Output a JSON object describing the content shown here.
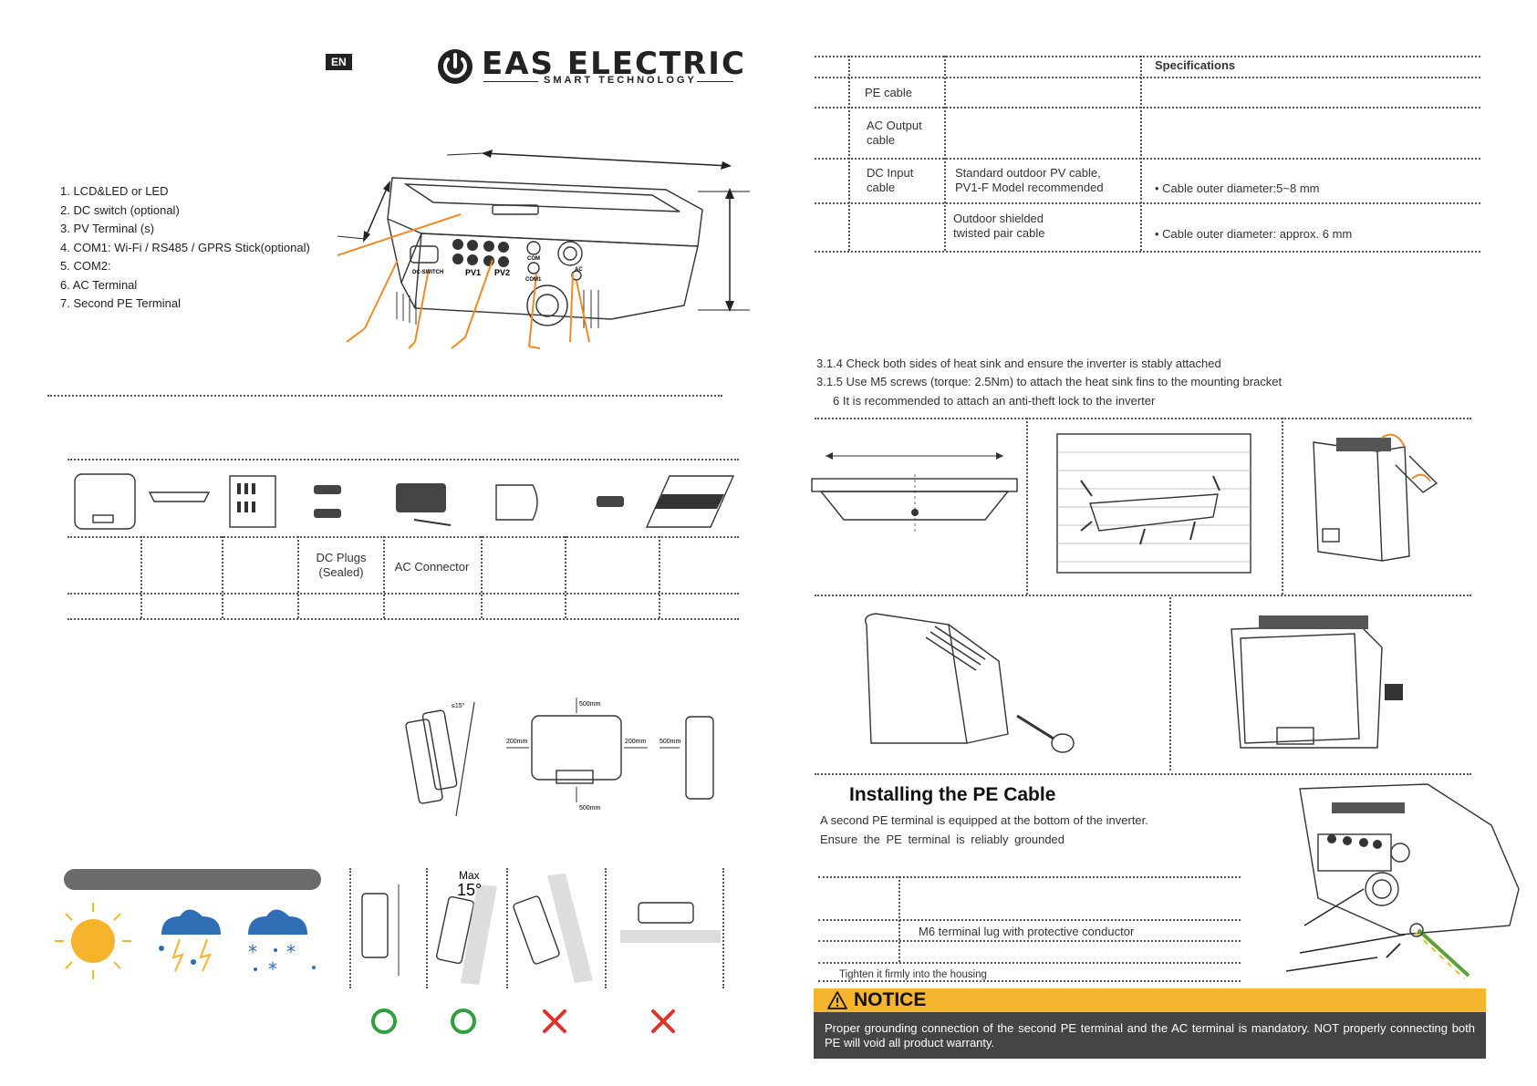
{
  "header": {
    "lang_badge": "EN",
    "brand_name": "EAS ELECTRIC",
    "brand_tagline": "SMART TECHNOLOGY"
  },
  "components": {
    "items": [
      "1. LCD&LED or LED",
      "2. DC switch (optional)",
      "3. PV Terminal (s)",
      "4. COM1: Wi-Fi / RS485 / GPRS Stick(optional)",
      "5. COM2:",
      "6. AC Terminal",
      "7. Second PE Terminal"
    ],
    "inverter_labels": {
      "dc_switch": "DC-SWITCH",
      "pv1": "PV1",
      "pv2": "PV2",
      "com": "COM",
      "com1": "COM1",
      "ac": "AC"
    }
  },
  "package": {
    "labels": [
      "",
      "",
      "",
      "DC Plugs\n(Sealed)",
      "AC Connector",
      "",
      "",
      ""
    ]
  },
  "clearance": {
    "angle": "≤15°",
    "top": "500mm",
    "bottom": "500mm",
    "left": "200mm",
    "right": "200mm",
    "front": "500mm"
  },
  "mounting_angle": {
    "max_label": "Max",
    "max_value": "15°"
  },
  "cable_table": {
    "header": "Specifications",
    "rows": [
      {
        "name": "PE cable",
        "type": "",
        "spec": ""
      },
      {
        "name": "AC Output\ncable",
        "type": "",
        "spec": ""
      },
      {
        "name": "DC Input\ncable",
        "type": "Standard outdoor PV cable,\nPV1-F Model recommended",
        "spec": "• Cable outer diameter:5~8 mm"
      },
      {
        "name": "",
        "type": "Outdoor shielded\ntwisted pair cable",
        "spec": "• Cable outer diameter: approx. 6 mm"
      }
    ]
  },
  "steps": {
    "s314": "3.1.4 Check both sides of heat sink and ensure the inverter is stably attached",
    "s315": "3.1.5 Use M5 screws (torque: 2.5Nm) to attach the heat sink fins to the mounting bracket",
    "s316": "6 It is recommended to attach an anti-theft lock to the inverter"
  },
  "pe_section": {
    "title": "Installing the PE Cable",
    "line1": "A second PE terminal is equipped at the bottom of the inverter.",
    "line2": "Ensure the PE terminal is reliably grounded",
    "table_row": "M6 terminal lug with protective conductor",
    "tighten": "Tighten it firmly into the housing"
  },
  "notice": {
    "title": "NOTICE",
    "body": "Proper grounding connection of the second PE terminal and the AC terminal is mandatory. NOT properly connecting both PE will void all product warranty."
  },
  "colors": {
    "orange": "#F08A24",
    "notice_yellow": "#F5B52E",
    "ok_green": "#2E9E3E",
    "no_red": "#E0322A",
    "weather_blue": "#2F6EB5",
    "sun": "#F7B32B"
  }
}
